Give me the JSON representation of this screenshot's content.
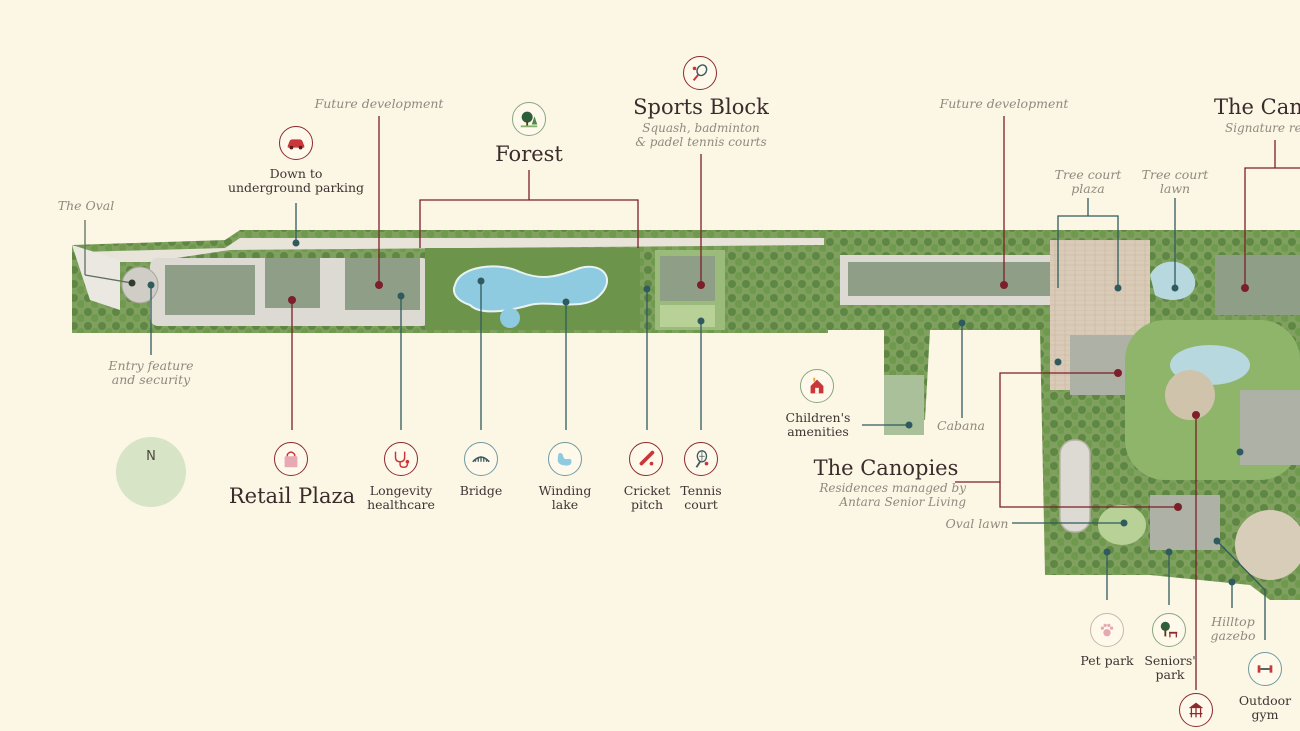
{
  "compass": {
    "label": "N"
  },
  "left_area": {
    "the_oval": "The Oval",
    "entry_feature": [
      "Entry feature",
      "and security"
    ],
    "future_development_1": "Future development",
    "underground_parking": [
      "Down to",
      "underground parking"
    ],
    "forest": "Forest",
    "retail_plaza": "Retail Plaza",
    "longevity_healthcare": [
      "Longevity",
      "healthcare"
    ],
    "bridge": "Bridge",
    "winding_lake": [
      "Winding",
      "lake"
    ],
    "cricket_pitch": [
      "Cricket",
      "pitch"
    ],
    "tennis_court": [
      "Tennis",
      "court"
    ]
  },
  "sports_block": {
    "title": "Sports Block",
    "subtitle": [
      "Squash, badminton",
      "& padel tennis courts"
    ]
  },
  "right_area": {
    "future_development_2": "Future development",
    "tree_court_plaza": [
      "Tree court",
      "plaza"
    ],
    "tree_court_lawn": [
      "Tree court",
      "lawn"
    ],
    "the_canopies_top_title": "The Canc",
    "the_canopies_top_subtitle": "Signature resi",
    "childrens_amenities": [
      "Children's",
      "amenities"
    ],
    "cabana": "Cabana",
    "the_canopies_title": "The Canopies",
    "the_canopies_subtitle": [
      "Residences managed by",
      "Antara Senior Living"
    ],
    "oval_lawn": "Oval lawn",
    "pet_park": "Pet park",
    "seniors_park": [
      "Seniors'",
      "park"
    ],
    "hilltop_gazebo": [
      "Hilltop",
      "gazebo"
    ],
    "outdoor_gym": [
      "Outdoor",
      "gym"
    ]
  },
  "colors": {
    "background": "#fcf6e5",
    "accent_red": "#7c1f2a",
    "accent_teal": "#2f5b5e",
    "lawn_green": "#8fb56a",
    "water_blue": "#8fcbe0"
  },
  "icons": [
    "car-icon",
    "forest-icon",
    "tennis-racket-icon",
    "shopping-bag-icon",
    "stethoscope-icon",
    "bridge-icon",
    "lake-icon",
    "cricket-bat-icon",
    "tennis-icon",
    "playhouse-icon",
    "paw-icon",
    "bench-icon",
    "dumbbell-icon",
    "gazebo-icon"
  ]
}
